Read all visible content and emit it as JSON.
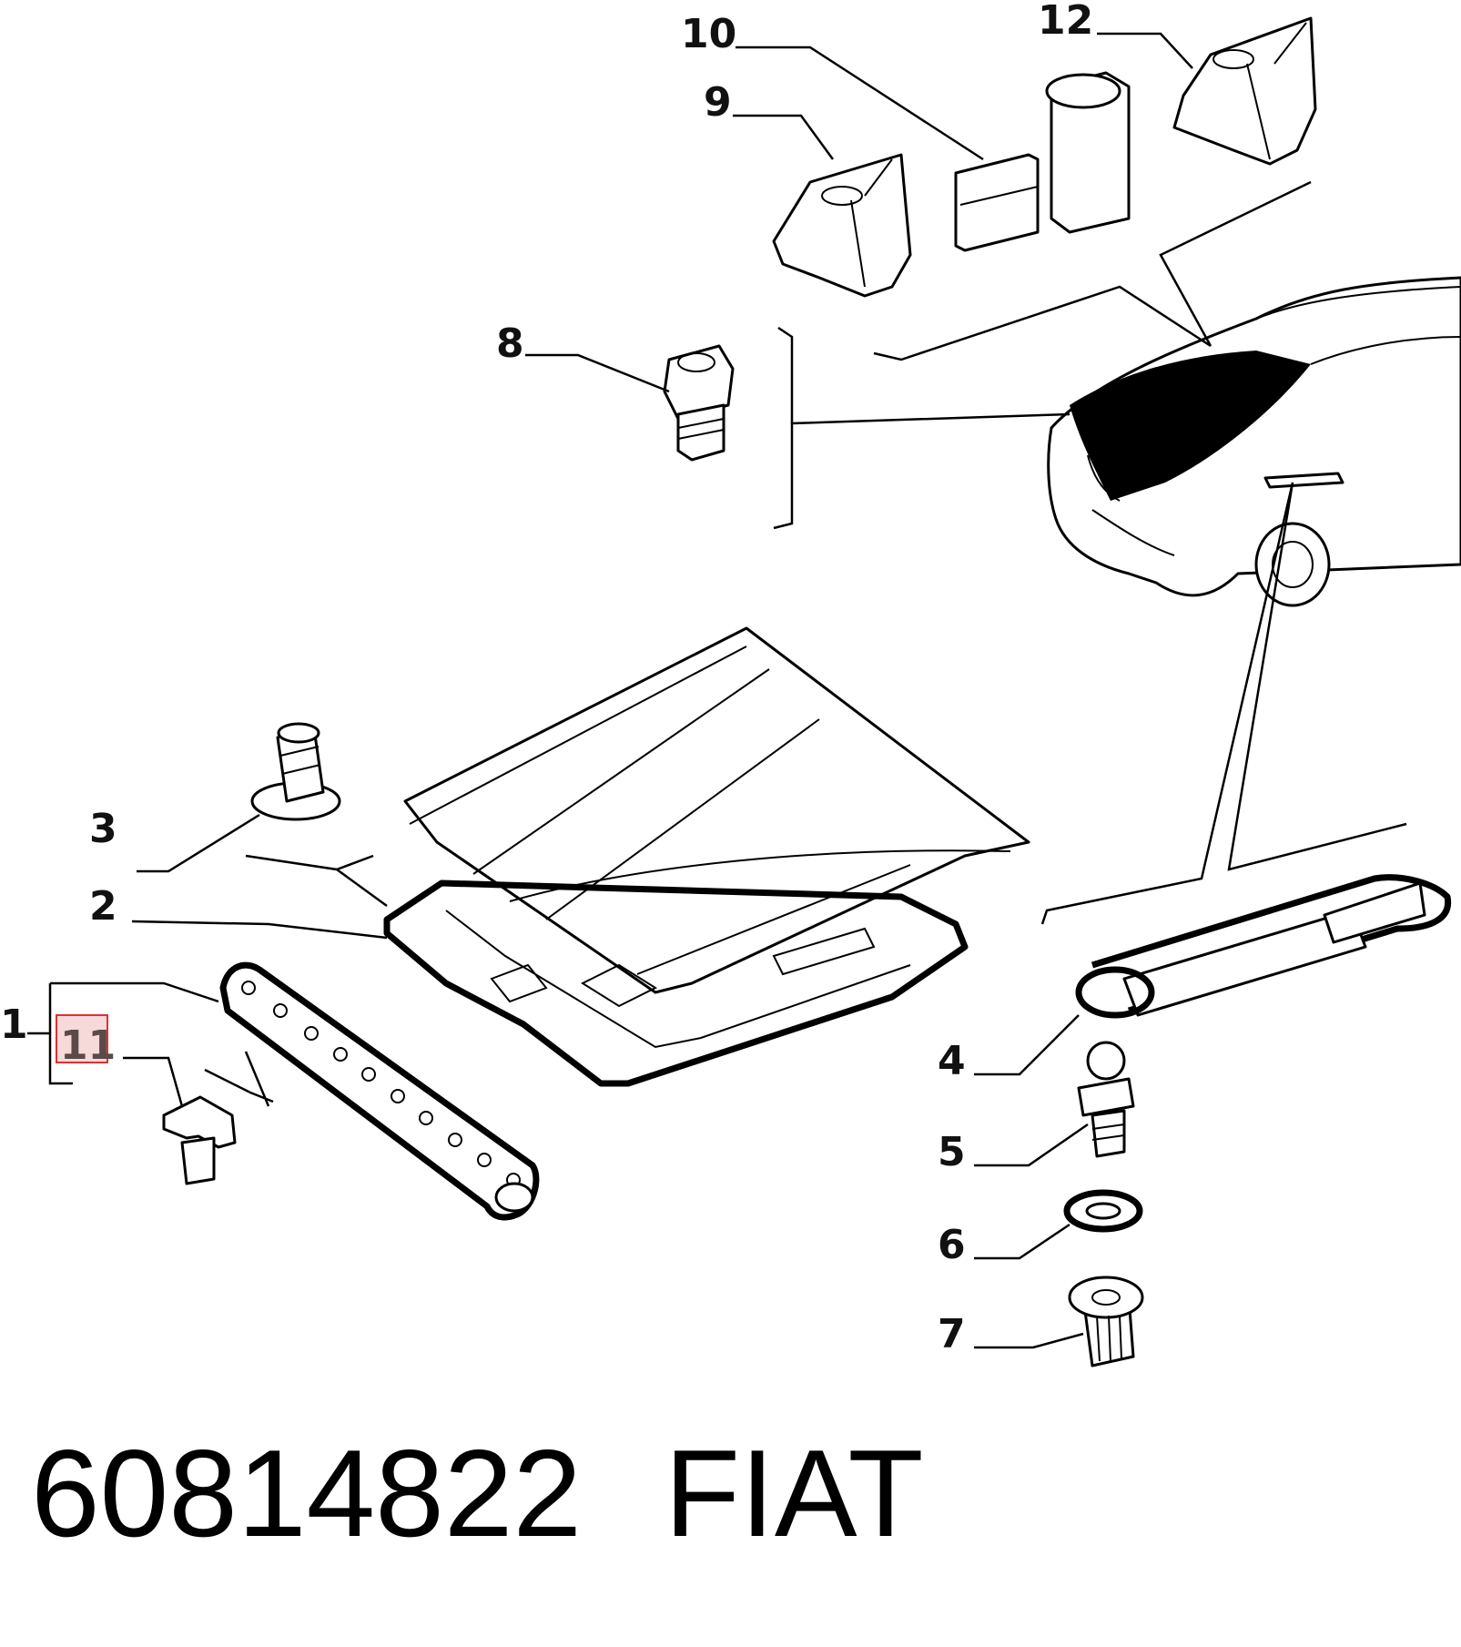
{
  "callouts": {
    "c1": "1",
    "c2": "2",
    "c3": "3",
    "c4": "4",
    "c5": "5",
    "c6": "6",
    "c7": "7",
    "c8": "8",
    "c9": "9",
    "c10": "10",
    "c11": "11",
    "c12": "12"
  },
  "highlight_color": "#e03030",
  "caption": {
    "part_number": "60814822",
    "brand": "FIAT"
  }
}
